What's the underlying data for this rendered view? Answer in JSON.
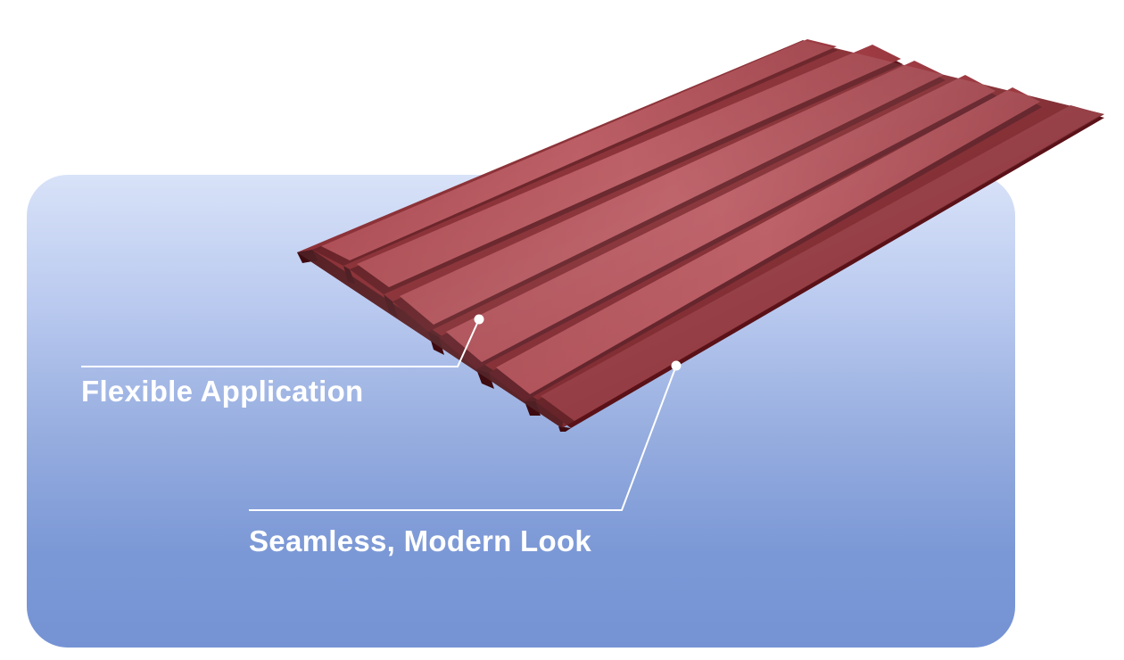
{
  "callouts": [
    {
      "label": "Flexible Application"
    },
    {
      "label": "Seamless, Modern Look"
    }
  ],
  "colors": {
    "panel_top": "#d8e2f8",
    "panel_bottom": "#7593d4",
    "metal_base": "#7a1c22",
    "metal_highlight": "#a8424a",
    "metal_shadow": "#4a0f14",
    "callout_line": "#ffffff"
  },
  "image": {
    "subject": "corrugated-metal-panel"
  }
}
